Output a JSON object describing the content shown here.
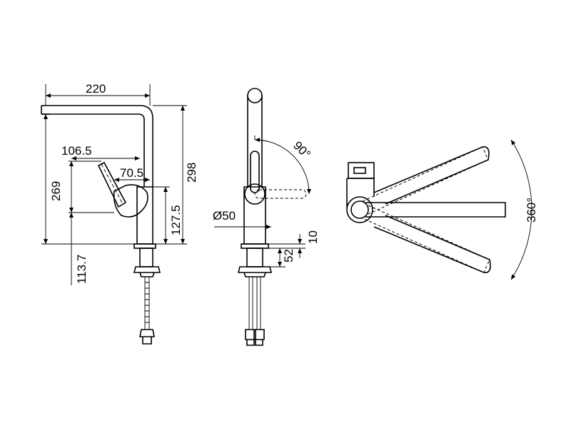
{
  "side_view": {
    "width_label": "220",
    "total_height_label": "298",
    "spout_height_label": "269",
    "lever_reach_label": "106.5",
    "body_offset_label": "70.5",
    "lever_height_label": "127.5",
    "below_deck_label": "113.7"
  },
  "front_view": {
    "lever_angle_label": "90°",
    "diameter_label": "Ø50",
    "base_thickness_label": "10",
    "shank_label": "52"
  },
  "top_view": {
    "rotation_label": "360°"
  }
}
